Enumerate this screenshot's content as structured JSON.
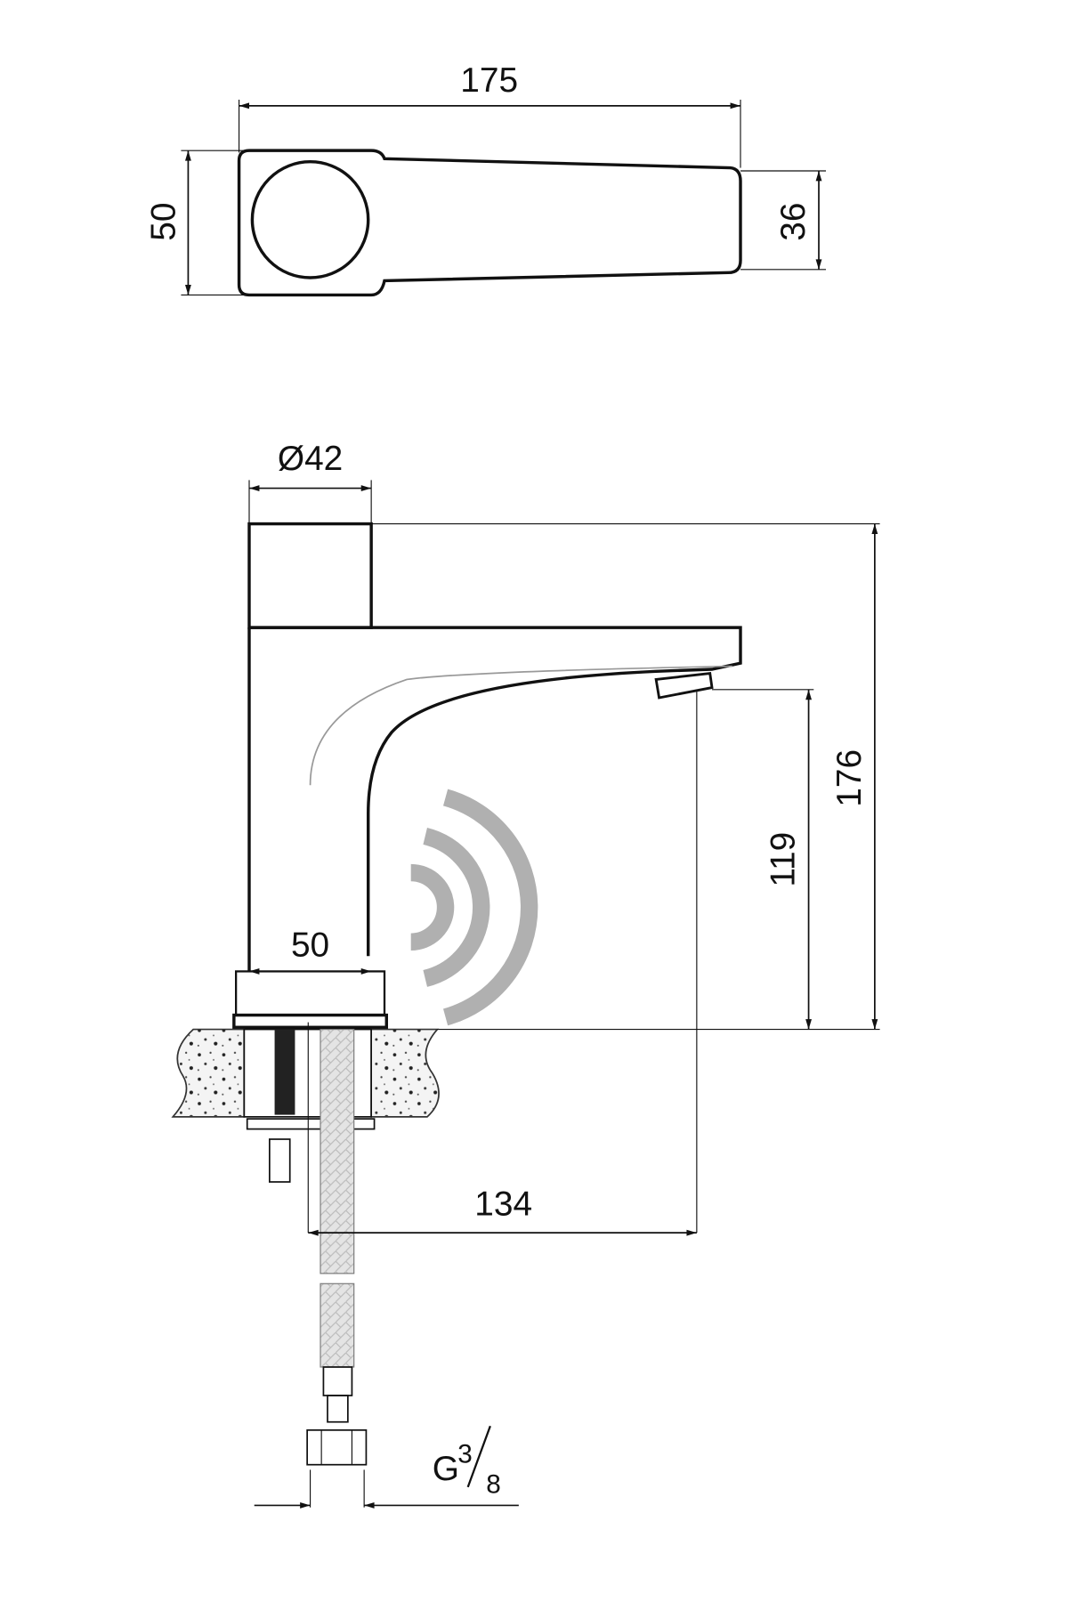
{
  "drawing": {
    "top_view": {
      "length": "175",
      "body_width": "50",
      "spout_width": "36"
    },
    "side_view": {
      "diameter": "Ø42",
      "height_total": "176",
      "spout_height": "119",
      "base_width": "50",
      "reach": "134",
      "connection_prefix": "G",
      "connection_numerator": "3",
      "connection_denominator": "8"
    },
    "colors": {
      "line": "#111111",
      "sensor": "#b0b0b0",
      "hose": "#d8d8d8"
    }
  }
}
